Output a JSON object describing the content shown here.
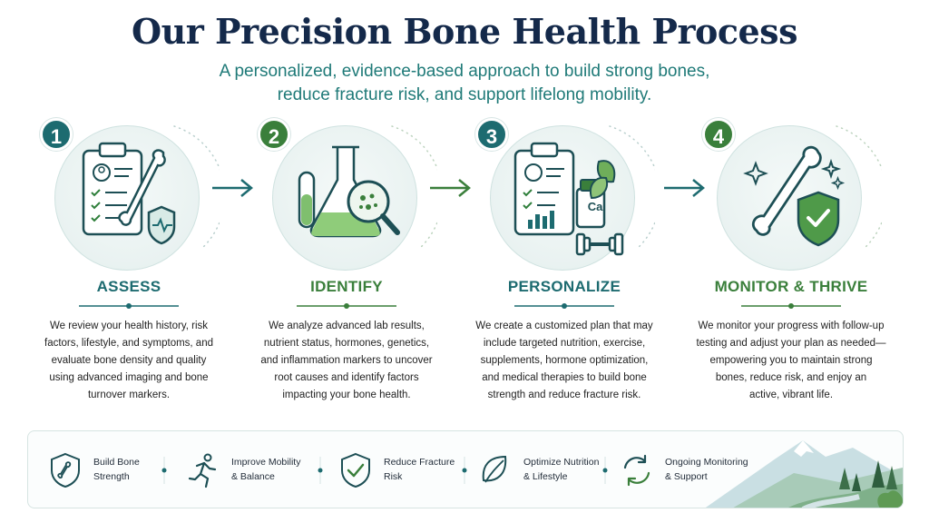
{
  "header": {
    "title": "Our Precision Bone Health Process",
    "subtitle_line1": "A personalized, evidence-based approach to build strong bones,",
    "subtitle_line2": "reduce fracture risk, and support lifelong mobility."
  },
  "steps": [
    {
      "number": "1",
      "title": "ASSESS",
      "icon": "clipboard-bone-shield-icon",
      "color": "#1d6b70",
      "desc": [
        "We review your health history, risk",
        "factors, lifestyle, and symptoms, and",
        "evaluate bone density and quality",
        "using advanced imaging and bone",
        "turnover markers."
      ]
    },
    {
      "number": "2",
      "title": "IDENTIFY",
      "icon": "lab-flask-magnifier-icon",
      "color": "#3a7f3b",
      "desc": [
        "We analyze advanced lab results,",
        "nutrient status, hormones, genetics,",
        "and inflammation markers to uncover",
        "root causes and identify factors",
        "impacting your bone health."
      ]
    },
    {
      "number": "3",
      "title": "PERSONALIZE",
      "icon": "plan-supplement-dumbbell-icon",
      "color": "#1d6b70",
      "desc": [
        "We create a customized plan that may",
        "include targeted nutrition, exercise,",
        "supplements, hormone optimization,",
        "and medical therapies to build bone",
        "strength and reduce fracture risk."
      ],
      "supplement_label": "Ca"
    },
    {
      "number": "4",
      "title": "MONITOR & THRIVE",
      "icon": "bone-check-shield-icon",
      "color": "#3a7f3b",
      "desc": [
        "We monitor your progress with follow-up",
        "testing and adjust your plan as needed—",
        "empowering you to maintain strong",
        "bones, reduce risk, and enjoy an",
        "active, vibrant life."
      ]
    }
  ],
  "benefits": [
    {
      "icon": "bone-shield-icon",
      "line1": "Build Bone",
      "line2": "Strength"
    },
    {
      "icon": "running-person-icon",
      "line1": "Improve Mobility",
      "line2": "& Balance"
    },
    {
      "icon": "check-shield-icon",
      "line1": "Reduce Fracture",
      "line2": "Risk"
    },
    {
      "icon": "leaf-icon",
      "line1": "Optimize Nutrition",
      "line2": "& Lifestyle"
    },
    {
      "icon": "cycle-arrows-icon",
      "line1": "Ongoing Monitoring",
      "line2": "& Support"
    }
  ],
  "colors": {
    "navy": "#14294a",
    "teal": "#1d6b70",
    "green": "#3a7f3b",
    "subtitle": "#1f7a78"
  }
}
